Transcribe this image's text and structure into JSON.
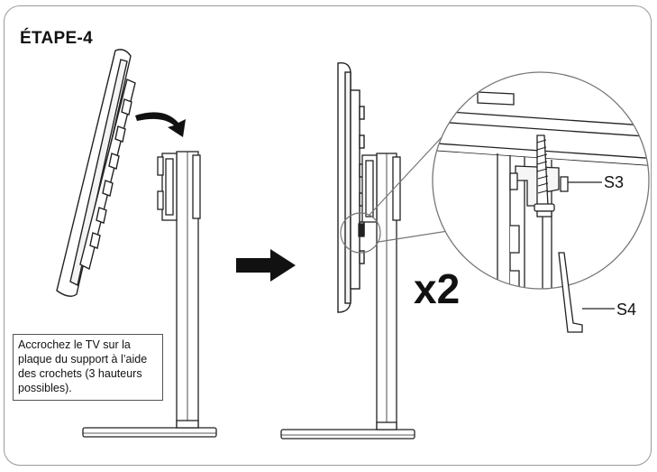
{
  "step": {
    "title": "ÉTAPE-4"
  },
  "note": {
    "text": "Accrochez le TV sur la plaque du support à l’aide des crochets (3 hauteurs possibles)."
  },
  "callout": {
    "multiplier": "x2",
    "screw_label": "S3",
    "key_label": "S4"
  },
  "colors": {
    "line": "#222222",
    "arrow": "#111111",
    "frame": "#9a9a9a"
  }
}
